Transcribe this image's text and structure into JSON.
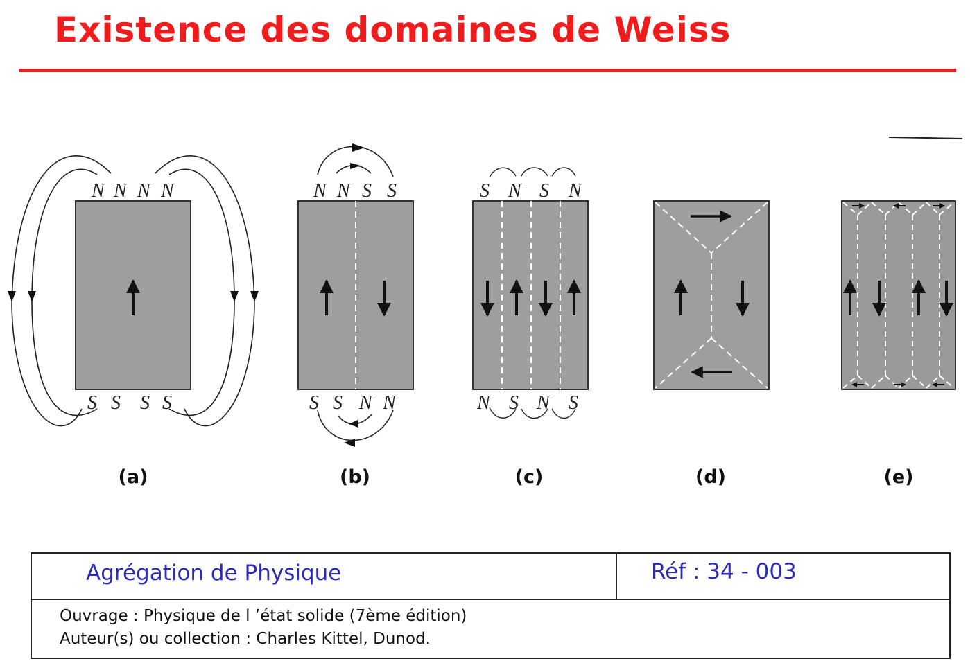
{
  "title": "Existence des domaines de Weiss",
  "colors": {
    "title": "#ee1c1c",
    "info_text": "#2b2bb8",
    "domain_fill": "#9e9e9e"
  },
  "panels": [
    {
      "label": "(a)",
      "top_poles": [
        "N",
        "N",
        "N",
        "N"
      ],
      "bottom_poles": [
        "S",
        "S",
        "S",
        "S"
      ]
    },
    {
      "label": "(b)",
      "top_poles": [
        "N",
        "N",
        "S",
        "S"
      ],
      "bottom_poles": [
        "S",
        "S",
        "N",
        "N"
      ]
    },
    {
      "label": "(c)",
      "top_poles": [
        "S",
        "N",
        "S",
        "N"
      ],
      "bottom_poles": [
        "N",
        "S",
        "N",
        "S"
      ]
    },
    {
      "label": "(d)",
      "top_poles": [],
      "bottom_poles": []
    },
    {
      "label": "(e)",
      "top_poles": [],
      "bottom_poles": []
    }
  ],
  "info": {
    "course": "Agrégation de Physique",
    "ref": "Réf : 34 - 003",
    "book": "Ouvrage : Physique de l ’état solide (7ème édition)",
    "author": "Auteur(s) ou collection : Charles Kittel, Dunod."
  }
}
